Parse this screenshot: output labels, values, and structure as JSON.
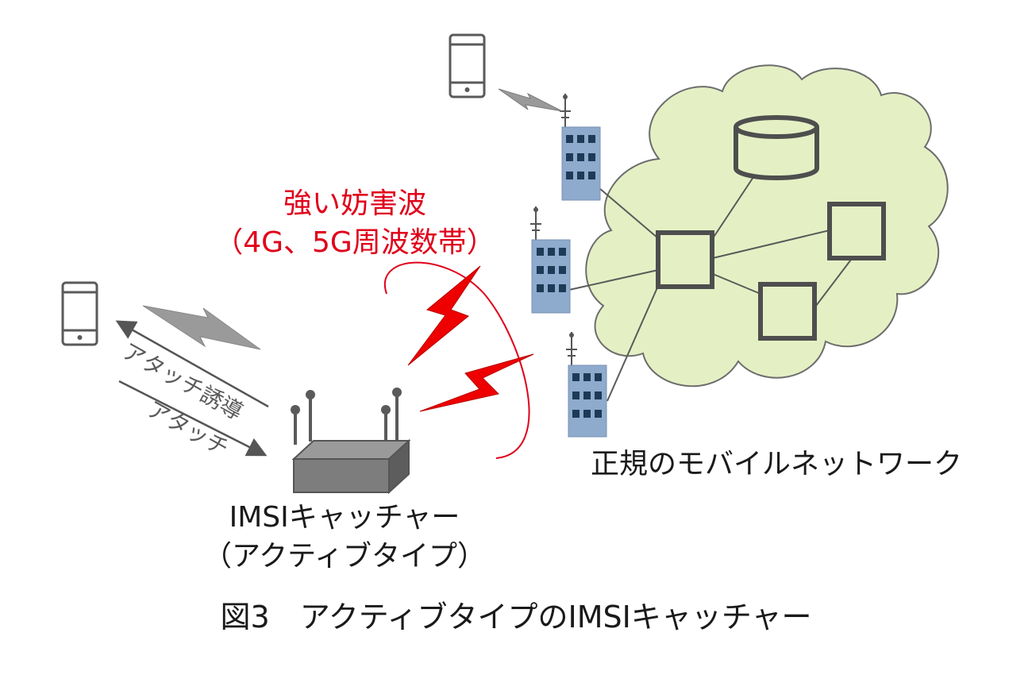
{
  "labels": {
    "jamming_line1": "強い妨害波",
    "jamming_line2": "（4G、5G周波数帯）",
    "attach_induce": "アタッチ誘導",
    "attach": "アタッチ",
    "network": "正規のモバイルネットワーク",
    "catcher_line1": "IMSIキャッチャー",
    "catcher_line2": "（アクティブタイプ）",
    "figure_caption": "図3　アクティブタイプのIMSIキャッチャー"
  },
  "icons": {
    "phone": "smartphone-icon",
    "tower": "cell-tower-building-icon",
    "catcher": "imsi-catcher-device-icon",
    "database": "database-icon",
    "node": "network-node-icon",
    "lightning": "lightning-bolt-icon",
    "cloud": "cloud-icon"
  },
  "colors": {
    "jamming": "#e0001a",
    "cloud_fill": "#e4f0c4",
    "building": "#8eaacd",
    "window": "#1d3a57",
    "device": "#7d7d7d",
    "text": "#1a1a1a",
    "icon_gray": "#555555"
  }
}
